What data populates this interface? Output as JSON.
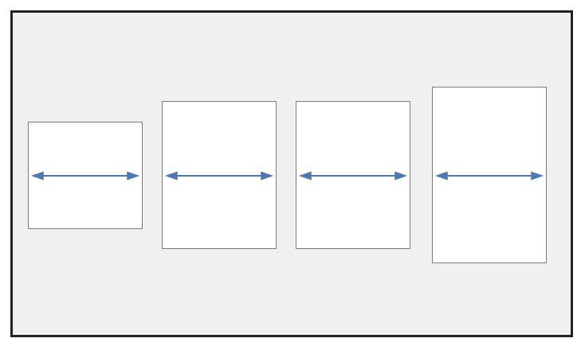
{
  "diagram": {
    "colors": {
      "frame_border": "#222222",
      "frame_fill": "#f0f0f0",
      "page_fill": "#ffffff",
      "page_border": "#7a7a7a",
      "arrow": "#4a78b8"
    },
    "pages": [
      {
        "name": "page-1",
        "arrow": "double-headed-horizontal-arrow"
      },
      {
        "name": "page-2",
        "arrow": "double-headed-horizontal-arrow"
      },
      {
        "name": "page-3",
        "arrow": "double-headed-horizontal-arrow"
      },
      {
        "name": "page-4",
        "arrow": "double-headed-horizontal-arrow"
      }
    ]
  }
}
